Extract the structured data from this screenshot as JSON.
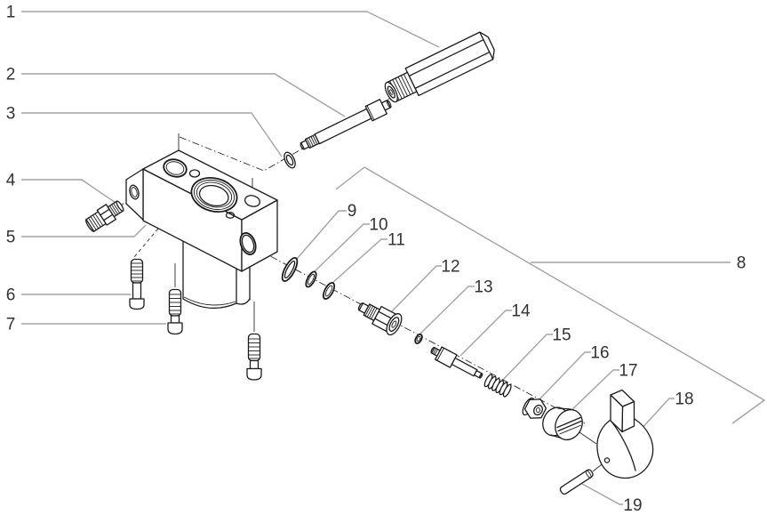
{
  "diagram": {
    "type": "exploded-parts-diagram",
    "callouts": [
      {
        "number": "1"
      },
      {
        "number": "2"
      },
      {
        "number": "3"
      },
      {
        "number": "4"
      },
      {
        "number": "5"
      },
      {
        "number": "6"
      },
      {
        "number": "7"
      },
      {
        "number": "8"
      },
      {
        "number": "9"
      },
      {
        "number": "10"
      },
      {
        "number": "11"
      },
      {
        "number": "12"
      },
      {
        "number": "13"
      },
      {
        "number": "14"
      },
      {
        "number": "15"
      },
      {
        "number": "16"
      },
      {
        "number": "17"
      },
      {
        "number": "18"
      },
      {
        "number": "19"
      }
    ]
  }
}
